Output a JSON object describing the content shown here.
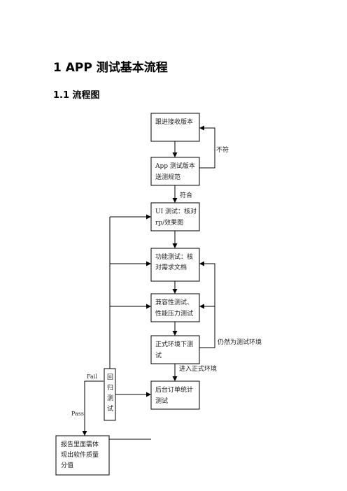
{
  "document": {
    "heading": "1 APP 测试基本流程",
    "subheading": "1.1 流程图"
  },
  "flowchart": {
    "nodes": {
      "receive": "跟进接收版本",
      "app_check_l1": "App 测试版本",
      "app_check_l2": "送测规范",
      "ui_l1": "UI 测试：核对",
      "ui_l2": "rp/效果图",
      "func_l1": "功能测试：核",
      "func_l2": "对需求文档",
      "compat_l1": "兼容性测试、",
      "compat_l2": "性能压力测试",
      "prod_l1": "正式环境下测",
      "prod_l2": "试",
      "regress_1": "回",
      "regress_2": "归",
      "regress_3": "测",
      "regress_4": "试",
      "backend_l1": "后台订单统计",
      "backend_l2": "测试",
      "report_l1": "报告里面需体",
      "report_l2": "现出软件质量",
      "report_l3": "分值"
    },
    "edge_labels": {
      "not_match": "不符",
      "match": "符合",
      "still_test_env": "仍然为测试环境",
      "enter_prod": "进入正式环境",
      "fail": "Fail",
      "pass": "Pass"
    }
  }
}
